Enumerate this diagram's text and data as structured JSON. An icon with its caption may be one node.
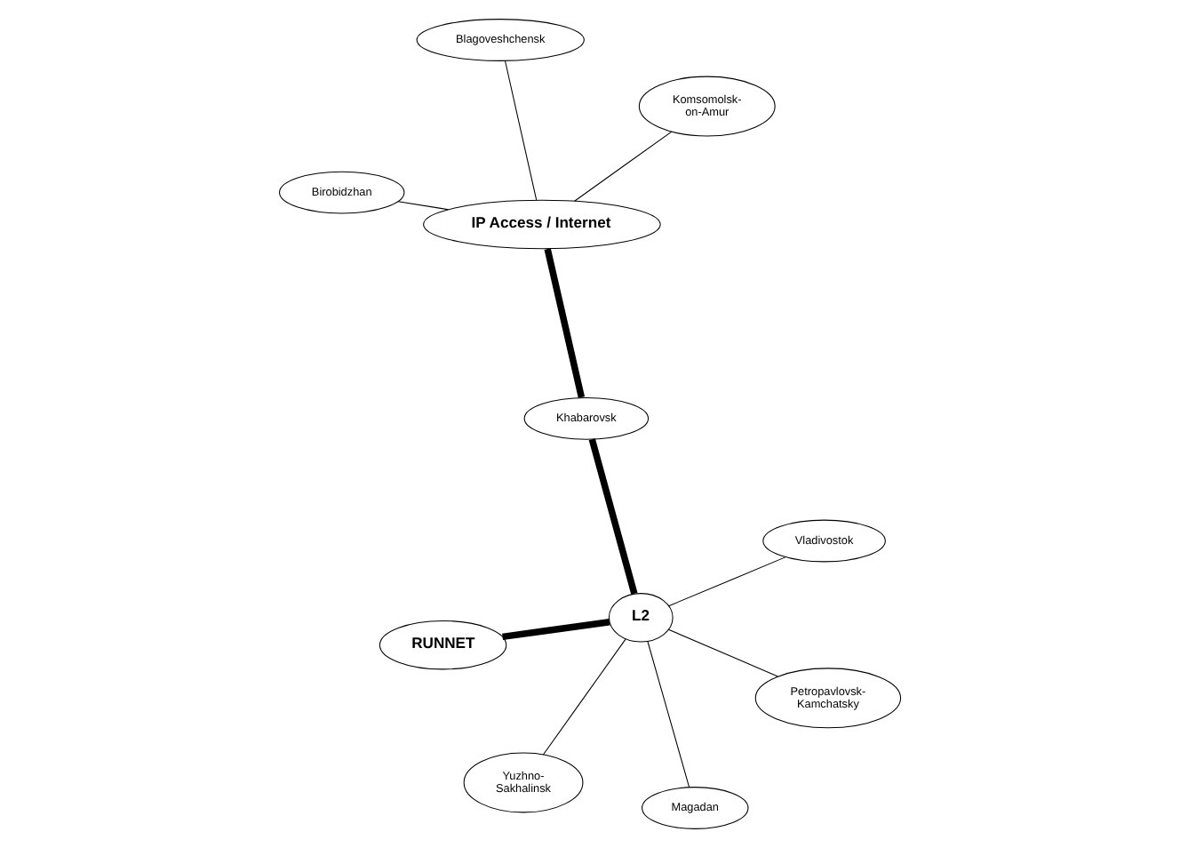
{
  "diagram": {
    "nodes": [
      {
        "text": [
          "RUNNET"
        ]
      },
      {
        "text": [
          "Komsomolsk-on-Amur"
        ]
      },
      {
        "text": [
          "IP Access / Internet"
        ]
      },
      {
        "text": [
          "Blagoveshchensk"
        ]
      },
      {
        "text": [
          "Vladivostok"
        ]
      },
      {
        "text": [
          "Birobidzhan"
        ]
      },
      {
        "text": [
          "L2"
        ]
      },
      {
        "text": [
          "Petropavlovsk-Kamchatsky"
        ]
      },
      {
        "text": [
          "Khabarovsk"
        ]
      },
      {
        "text": [
          "Yuzhno-Sakhalinsk"
        ]
      },
      {
        "text": [
          "Magadan"
        ]
      }
    ],
    "edges": [
      {
        "from": 6,
        "to": 0,
        "arrow": "none",
        "style": "thick"
      },
      {
        "from": 6,
        "to": 8,
        "arrow": "none",
        "style": "thick"
      },
      {
        "from": 8,
        "to": 2,
        "arrow": "none",
        "style": "thick"
      },
      {
        "from": 2,
        "to": 1,
        "arrow": "none"
      },
      {
        "from": 2,
        "to": 3,
        "arrow": "none"
      },
      {
        "from": 2,
        "to": 5,
        "arrow": "none"
      },
      {
        "from": 6,
        "to": 4,
        "arrow": "none"
      },
      {
        "from": 6,
        "to": 7,
        "arrow": "none"
      },
      {
        "from": 6,
        "to": 9,
        "arrow": "none"
      },
      {
        "from": 6,
        "to": 10,
        "arrow": "none"
      }
    ]
  }
}
